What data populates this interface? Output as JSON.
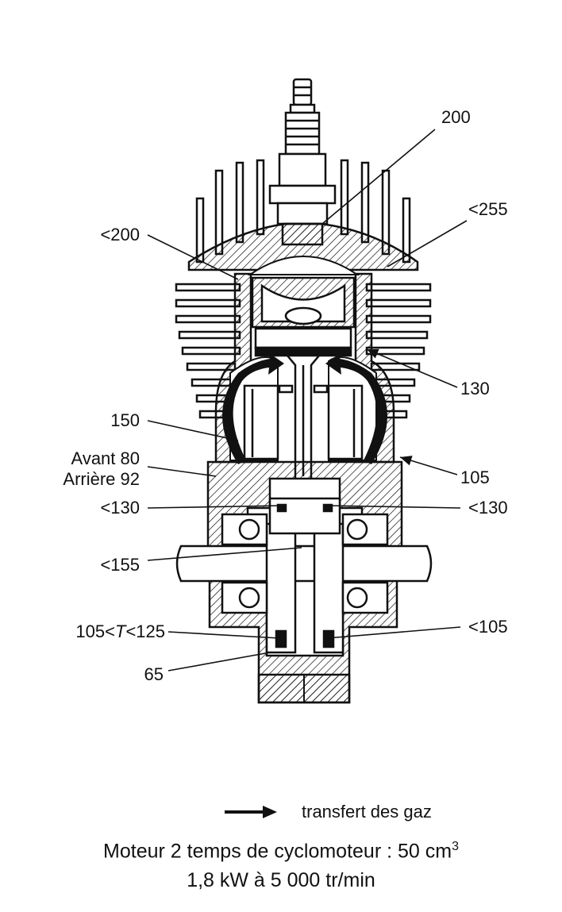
{
  "labels": {
    "l200": "200",
    "l255": "<255",
    "lt200": "<200",
    "l130": "130",
    "l150": "150",
    "avant": "Avant 80",
    "arriere": "Arrière 92",
    "l105": "105",
    "lt130_left": "<130",
    "lt130_right": "<130",
    "lt155": "<155",
    "range_prefix": "105<",
    "range_var": "T",
    "range_suffix": "<125",
    "lt105": "<105",
    "l65": "65"
  },
  "legend": {
    "text": "transfert des gaz"
  },
  "caption": {
    "line1_main": "Moteur 2 temps de cyclomoteur : 50 cm",
    "line1_sup": "3",
    "line2": "1,8 kW à 5 000 tr/min"
  },
  "icons": {
    "arrow": "arrow-right-icon",
    "flow": "gas-flow-arrow-icon"
  },
  "colors": {
    "ink": "#111111",
    "paper": "#ffffff"
  }
}
